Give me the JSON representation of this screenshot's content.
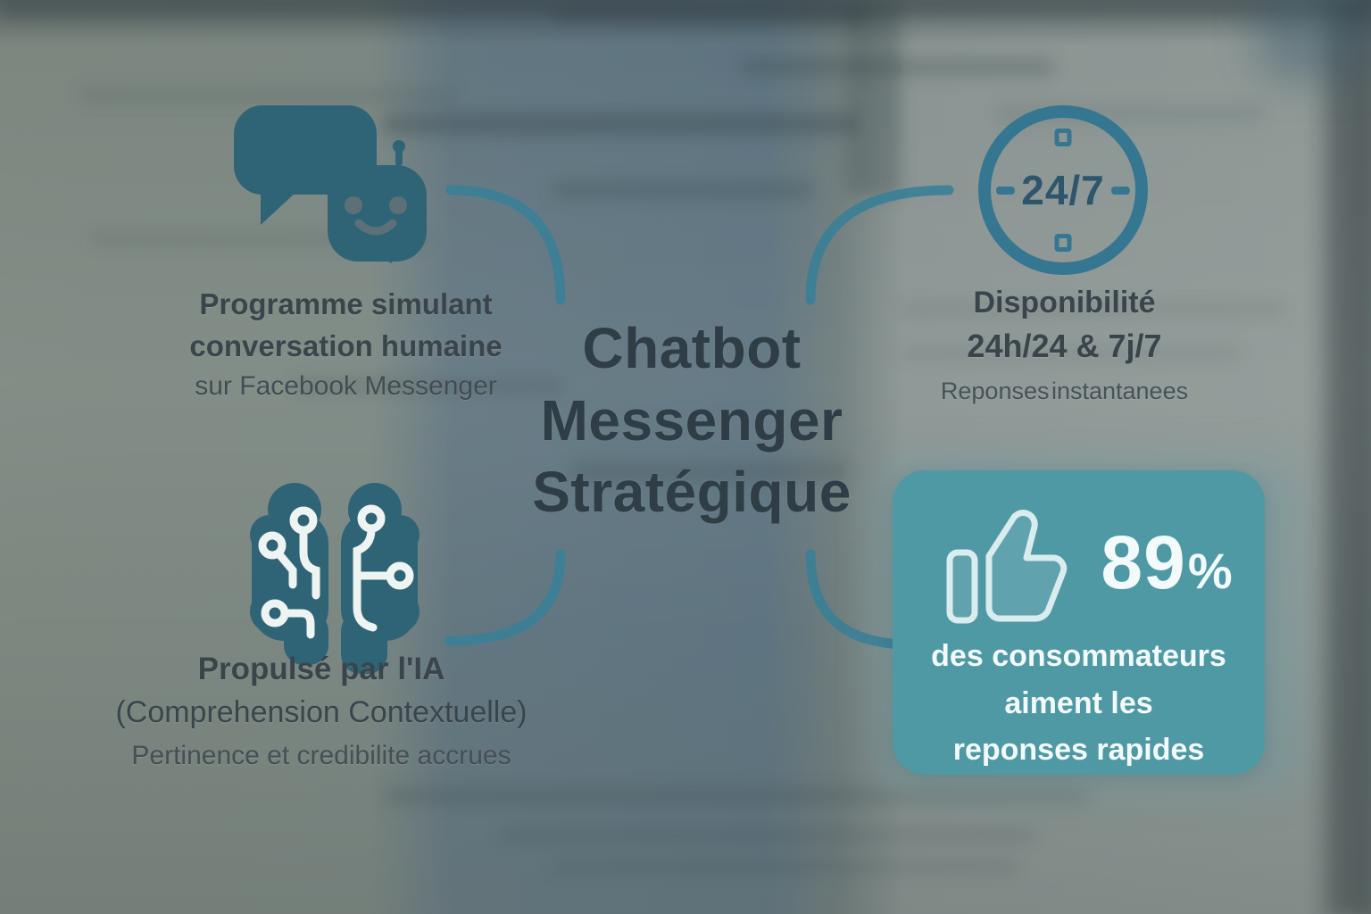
{
  "infographic": {
    "title": {
      "lines": [
        "Chatbot",
        "Messenger",
        "Stratégique"
      ]
    },
    "top_left": {
      "icon": "chatbot-speech-bubbles",
      "lines": [
        "Programme simulant",
        "conversation humaine",
        "sur Facebook Messenger"
      ]
    },
    "top_right": {
      "icon": "clock-24-7",
      "clock_label": "24/7",
      "heading": "Disponibilité",
      "subheading": "24h/24 & 7j/7",
      "note": "Reponses instantanees"
    },
    "bottom_left": {
      "icon": "ai-brain-circuit",
      "heading": "Propulsé par l'IA",
      "subheading": "(Comprehension Contextuelle)",
      "note": "Pertinence et credibilite accrues"
    },
    "bottom_right": {
      "icon": "thumbs-up",
      "stat_value": "89",
      "stat_unit": "%",
      "lines": [
        "des consommateurs",
        "aiment les",
        "reponses rapides"
      ]
    },
    "colors": {
      "icon_teal": "#2f6477",
      "clock_teal": "#357691",
      "arc_teal": "#3a7f97",
      "title_text": "#2e3d46",
      "body_text": "#3a454b",
      "card_background": "#4f99a5",
      "card_text": "#f2fafb"
    }
  }
}
